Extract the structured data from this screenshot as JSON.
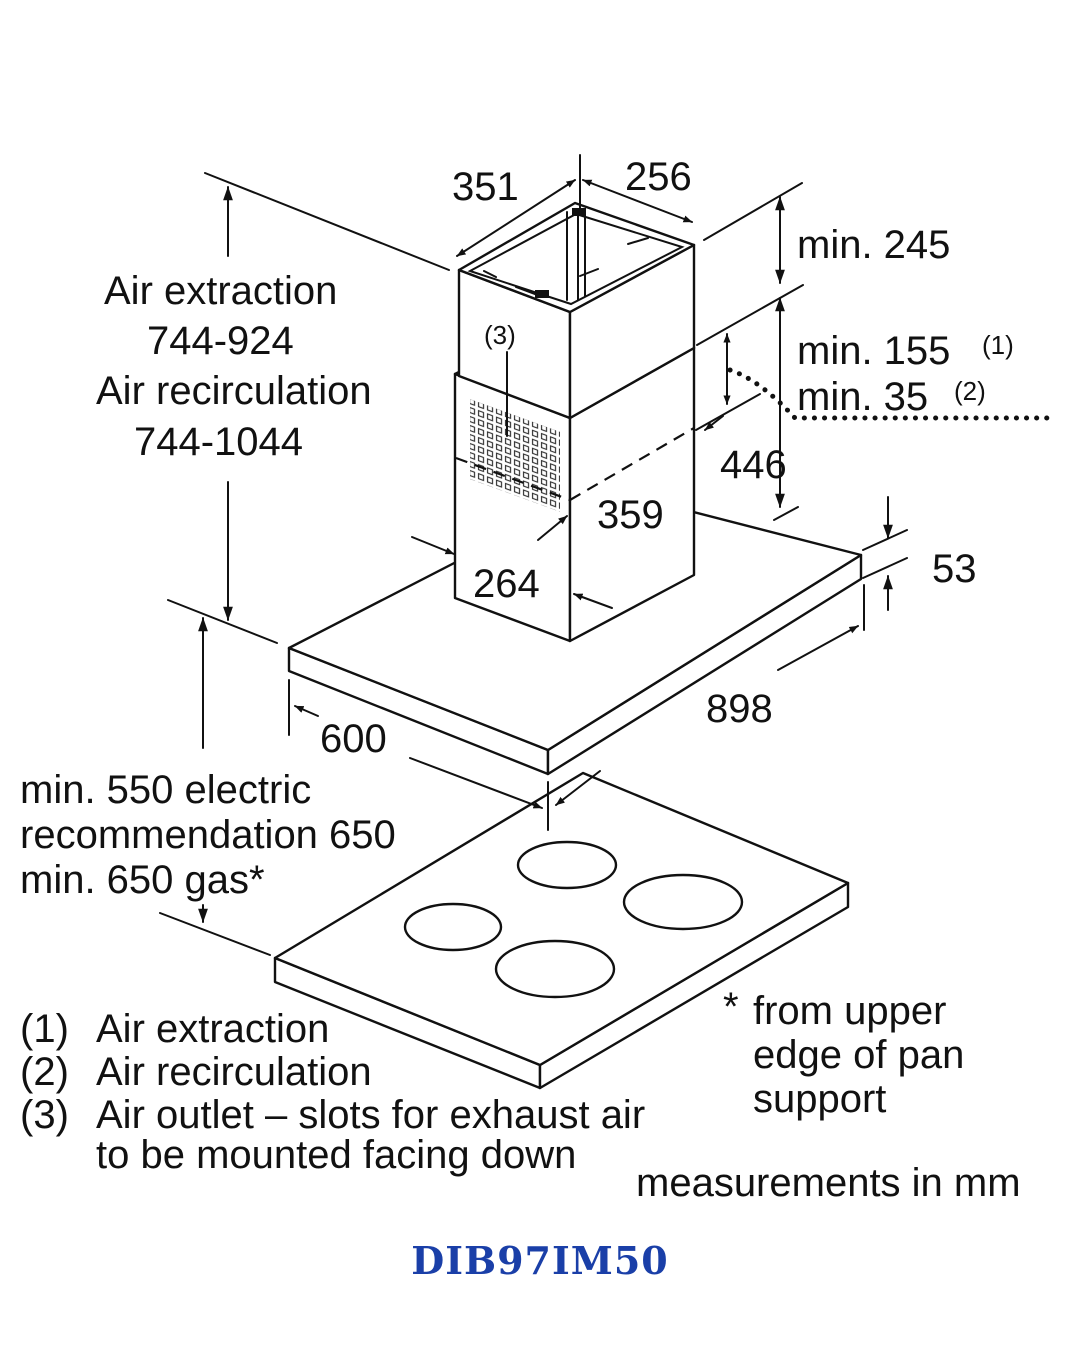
{
  "diagram": {
    "dims": {
      "chimney_depth": "351",
      "chimney_width": "256",
      "min_top": "min. 245",
      "min_extraction": "min. 155",
      "min_extraction_ref": "(1)",
      "min_recirculation": "min. 35",
      "min_recirculation_ref": "(2)",
      "height_446": "446",
      "lower_chimney_width": "359",
      "lower_chimney_depth": "264",
      "canopy_thickness": "53",
      "canopy_width": "898",
      "canopy_depth": "600",
      "outlet_ref": "(3)"
    },
    "height_labels": {
      "extraction_label": "Air extraction",
      "extraction_range": "744-924",
      "recirculation_label": "Air recirculation",
      "recirculation_range": "744-1044"
    },
    "clearance": {
      "line1": "min. 550 electric",
      "line2": "recommendation 650",
      "line3": "min. 650 gas*"
    },
    "legend": {
      "items": [
        {
          "num": "(1)",
          "text": "Air extraction"
        },
        {
          "num": "(2)",
          "text": "Air recirculation"
        },
        {
          "num": "(3)",
          "text": "Air outlet – slots for exhaust air"
        }
      ],
      "continuation": "to be mounted facing down"
    },
    "footnote": {
      "star": "*",
      "line1": "from upper",
      "line2": "edge of pan",
      "line3": "support"
    },
    "units_note": "measurements in mm"
  },
  "product": {
    "model": "DIB97IM50"
  }
}
